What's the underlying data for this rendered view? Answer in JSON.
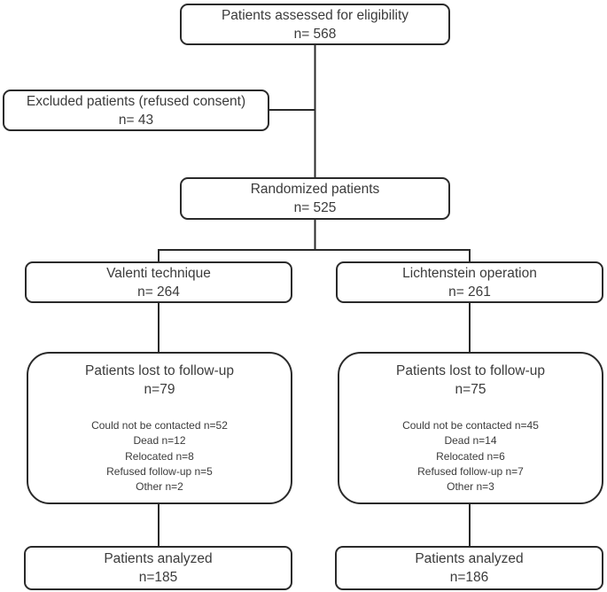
{
  "colors": {
    "line": "#2a2a2a",
    "text": "#3b3b3b",
    "background": "#ffffff"
  },
  "flowchart": {
    "eligibility": {
      "label": "Patients assessed for eligibility",
      "count": "n= 568"
    },
    "excluded": {
      "label": "Excluded patients (refused consent)",
      "count": "n= 43"
    },
    "randomized": {
      "label": "Randomized patients",
      "count": "n= 525"
    },
    "valenti": {
      "label": "Valenti technique",
      "count": "n= 264"
    },
    "lichtenstein": {
      "label": "Lichtenstein operation",
      "count": "n= 261"
    },
    "lost_valenti": {
      "label": "Patients lost to follow-up",
      "count": "n=79",
      "details": [
        "Could not be contacted n=52",
        "Dead n=12",
        "Relocated n=8",
        "Refused follow-up n=5",
        "Other n=2"
      ]
    },
    "lost_lichtenstein": {
      "label": "Patients lost to follow-up",
      "count": "n=75",
      "details": [
        "Could not be contacted n=45",
        "Dead n=14",
        "Relocated n=6",
        "Refused follow-up n=7",
        "Other n=3"
      ]
    },
    "analyzed_valenti": {
      "label": "Patients analyzed",
      "count": "n=185"
    },
    "analyzed_lichtenstein": {
      "label": "Patients analyzed",
      "count": "n=186"
    }
  }
}
